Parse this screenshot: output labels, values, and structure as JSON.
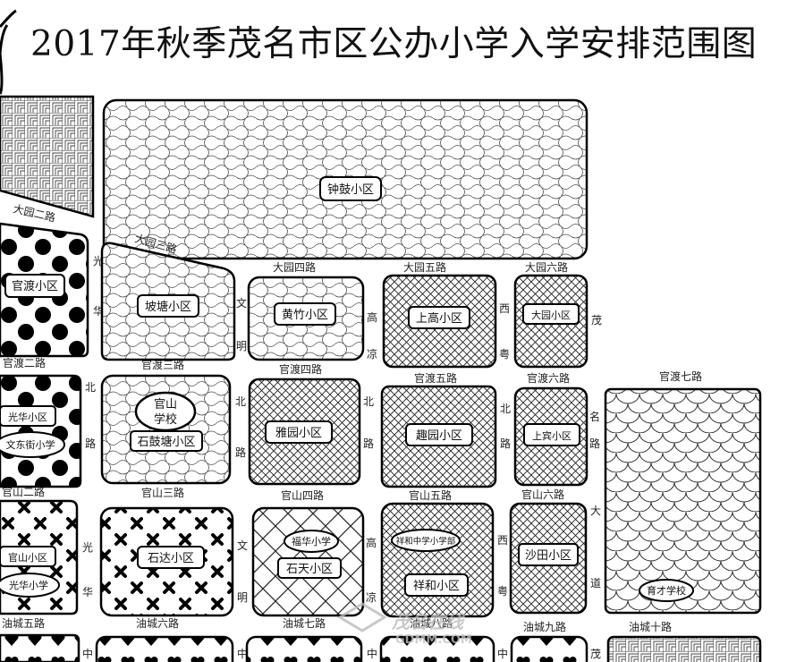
{
  "title": "2017年秋季茂名市区公办小学入学安排范围图",
  "roads": {
    "dayuan2": "大园二路",
    "dayuan3": "大园三路",
    "dayuan4": "大园四路",
    "dayuan5": "大园五路",
    "dayuan6": "大园六路",
    "guandu2": "官渡二路",
    "guandu3": "官渡三路",
    "guandu4": "官渡四路",
    "guandu5": "官渡五路",
    "guandu6": "官渡六路",
    "guandu7": "官渡七路",
    "guanshan2": "官山二路",
    "guanshan3": "官山三路",
    "guanshan4": "官山四路",
    "guanshan5": "官山五路",
    "guanshan6": "官山六路",
    "youcheng5": "油城五路",
    "youcheng6": "油城六路",
    "youcheng7": "油城七路",
    "youcheng8": "油城八路",
    "youcheng9": "油城九路",
    "youcheng10": "油城十路",
    "guanghua": [
      "光",
      "华"
    ],
    "guanghua_bei": [
      "北",
      "路"
    ],
    "guanghua_bei2": [
      "光",
      "华"
    ],
    "wenming": [
      "文",
      "明"
    ],
    "wenming_bei": [
      "北",
      "路"
    ],
    "wenming2": [
      "文",
      "明"
    ],
    "gaoliang": [
      "高",
      "凉"
    ],
    "gaoliang_bei": [
      "北",
      "路"
    ],
    "gaoliang2": [
      "高",
      "凉"
    ],
    "xiyue": [
      "西",
      "粤"
    ],
    "xiyue_bei": [
      "北",
      "路"
    ],
    "xiyue2": [
      "西",
      "粤"
    ],
    "maoming": "茂",
    "maoming_bei": [
      "名",
      "路"
    ],
    "dadao": [
      "大",
      "道"
    ],
    "maoming2": "茂",
    "zhong": "中"
  },
  "blocks": {
    "zhonggu": "钟鼓小区",
    "guandu": "官渡小区",
    "potang": "坡塘小区",
    "huangzhu": "黄竹小区",
    "shanggao": "上高小区",
    "dayuan": "大园小区",
    "guanghuaxiaoqu": "光华小区",
    "wendongjie": "文东街小学",
    "guanshanxuexiao": [
      "官山",
      "学校"
    ],
    "shiguotang": "石鼓塘小区",
    "yayuan": "雅园小区",
    "quyuan": "趣园小区",
    "shangbin": "上宾小区",
    "guanshanxiaoqu": "官山小区",
    "guanghuaxiaoxue": "光华小学",
    "shida": "石达小区",
    "fuhua": "福华小学",
    "shitian": "石天小区",
    "xianghezhongxue": "祥和中学小学部",
    "xianghe": "祥和小区",
    "shatian": "沙田小区",
    "yucai": "育才学校"
  },
  "watermark": {
    "brand": "茂名在线",
    "url": "GDMM.COM"
  }
}
